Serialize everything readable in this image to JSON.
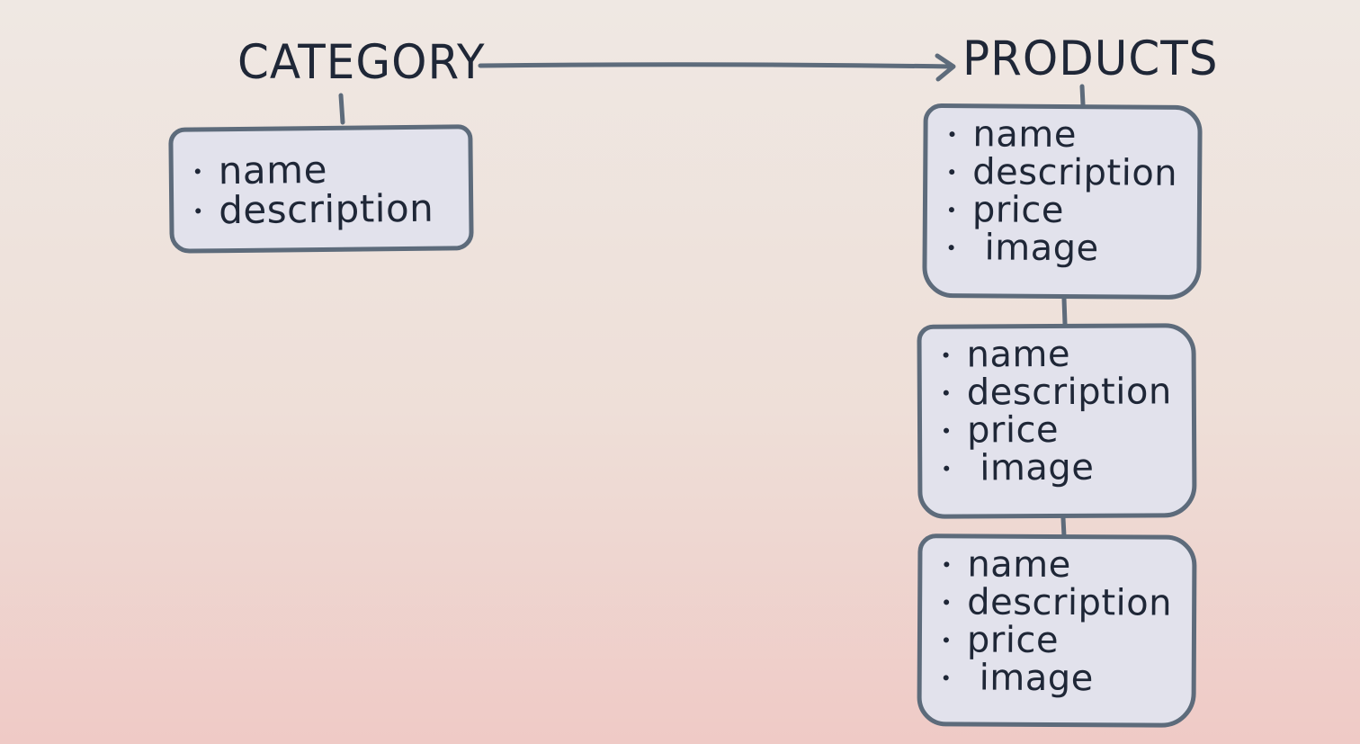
{
  "category": {
    "title": "CATEGORY",
    "fields": [
      "name",
      "description"
    ]
  },
  "products": {
    "title": "PRODUCTS",
    "items": [
      {
        "fields": [
          "name",
          "description",
          "price",
          "image"
        ]
      },
      {
        "fields": [
          "name",
          "description",
          "price",
          "image"
        ]
      },
      {
        "fields": [
          "name",
          "description",
          "price",
          "image"
        ]
      }
    ]
  },
  "colors": {
    "ink": "#1f2737",
    "card_fill": "#e2e2ec",
    "card_stroke": "#5d6b7b",
    "connector": "#5d6b7b"
  },
  "icons": {
    "relation_arrow": "arrow-right-icon",
    "bullet": "bullet-dot-icon"
  }
}
